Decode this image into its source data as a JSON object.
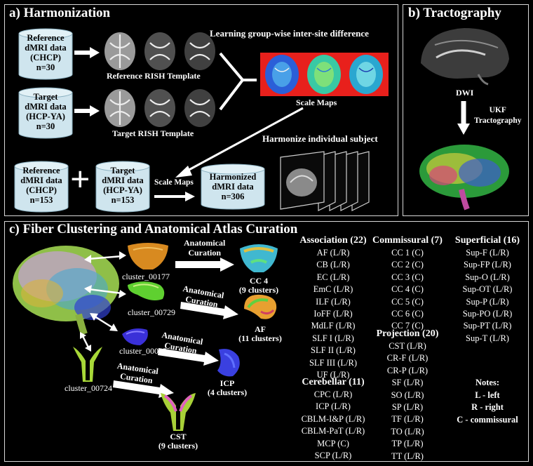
{
  "panel_a": {
    "title": "a)  Harmonization",
    "ref_template_label": "Reference RISH Template",
    "target_template_label": "Target RISH Template",
    "learning_label": "Learning group-wise inter-site difference",
    "scale_maps_label": "Scale Maps",
    "harmonize_label": "Harmonize individual subject",
    "scale_maps_arrow_label": "Scale Maps",
    "plus": "+",
    "cylinders": {
      "ref30": [
        "Reference",
        "dMRI data",
        "(CHCP)",
        "n=30"
      ],
      "tgt30": [
        "Target",
        "dMRI data",
        "(HCP-YA)",
        "n=30"
      ],
      "ref153": [
        "Reference",
        "dMRI data",
        "(CHCP)",
        "n=153"
      ],
      "tgt153": [
        "Target",
        "dMRI data",
        "(HCP-YA)",
        "n=153"
      ],
      "harm306": [
        "Harmonized",
        "dMRI data",
        "n=306"
      ]
    }
  },
  "panel_b": {
    "title": "b)  Tractography",
    "dwi_label": "DWI",
    "ukf_label": [
      "UKF",
      "Tractography"
    ]
  },
  "panel_c": {
    "title": "c)  Fiber Clustering and Anatomical Atlas Curation",
    "clusters": {
      "c177": "cluster_00177",
      "c729": "cluster_00729",
      "c025": "cluster_00025",
      "c724": "cluster_00724"
    },
    "curation": [
      "Anatomical",
      "Curation"
    ],
    "results": {
      "cc4": [
        "CC 4",
        "(9 clusters)"
      ],
      "af": [
        "AF",
        "(11 clusters)"
      ],
      "icp": [
        "ICP",
        "(4 clusters)"
      ],
      "cst": [
        "CST",
        "(9 clusters)"
      ]
    },
    "association": {
      "header": "Association (22)",
      "items": [
        "AF (L/R)",
        "CB (L/R)",
        "EC (L/R)",
        "EmC (L/R)",
        "ILF (L/R)",
        "IoFF (L/R)",
        "MdLF (L/R)",
        "SLF I (L/R)",
        "SLF II (L/R)",
        "SLF III (L/R)",
        "UF (L/R)"
      ]
    },
    "cerebellar": {
      "header": "Cerebellar (11)",
      "items": [
        "CPC (L/R)",
        "ICP (L/R)",
        "CBLM-I&P (L/R)",
        "CBLM-PaT (L/R)",
        "MCP (C)",
        "SCP (L/R)"
      ]
    },
    "commissural": {
      "header": "Commissural (7)",
      "items": [
        "CC 1 (C)",
        "CC 2 (C)",
        "CC 3 (C)",
        "CC 4 (C)",
        "CC 5 (C)",
        "CC 6 (C)",
        "CC 7 (C)"
      ]
    },
    "projection": {
      "header": "Projection (20)",
      "items": [
        "CST (L/R)",
        "CR-F (L/R)",
        "CR-P (L/R)",
        "SF (L/R)",
        "SO (L/R)",
        "SP (L/R)",
        "TF (L/R)",
        "TO (L/R)",
        "TP (L/R)",
        "TT (L/R)"
      ]
    },
    "superficial": {
      "header": "Superficial (16)",
      "items": [
        "Sup-F (L/R)",
        "Sup-FP (L/R)",
        "Sup-O (L/R)",
        "Sup-OT (L/R)",
        "Sup-P (L/R)",
        "Sup-PO (L/R)",
        "Sup-PT (L/R)",
        "Sup-T (L/R)"
      ]
    },
    "notes": {
      "title": "Notes:",
      "items": [
        "L - left",
        "R - right",
        "C - commissural"
      ]
    }
  },
  "colors": {
    "cylinder_fill": "#cfe5ee",
    "scale_map_bg": "#e8201c",
    "panel_border": "#d8d8d8"
  }
}
